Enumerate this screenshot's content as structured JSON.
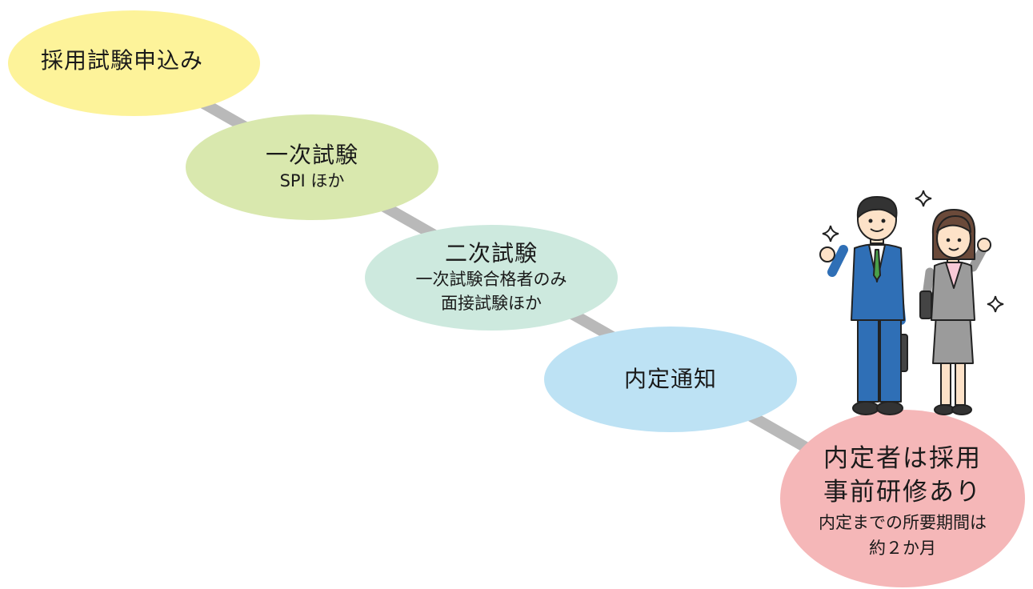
{
  "colors": {
    "connector": "#b9b9b9",
    "step1": "#fdf39a",
    "step2": "#d9e8ae",
    "step3": "#cde9de",
    "step4": "#bde2f4",
    "step5": "#f5b7b8",
    "man_suit": "#2f6fb6",
    "woman_suit": "#9b9b9b"
  },
  "steps": [
    {
      "title": "採用試験申込み"
    },
    {
      "title": "一次試験",
      "note": "SPI ほか"
    },
    {
      "title": "二次試験",
      "note_lines": [
        "一次試験合格者のみ",
        "面接試験ほか"
      ]
    },
    {
      "title": "内定通知"
    },
    {
      "title_lines": [
        "内定者は採用",
        "事前研修あり"
      ],
      "note_lines": [
        "内定までの所要期間は",
        "約２か月"
      ]
    }
  ],
  "illustration": {
    "subject": "happy-job-offer-couple",
    "icons": [
      "sparkle-icon",
      "sparkle-icon",
      "sparkle-icon"
    ]
  }
}
